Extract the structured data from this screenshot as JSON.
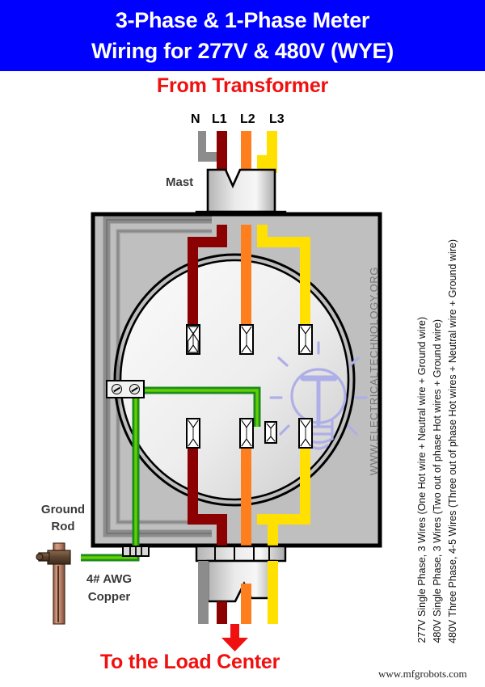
{
  "header": {
    "title_line1": "3-Phase & 1-Phase Meter",
    "title_line2": "Wiring for 277V & 480V  (WYE)",
    "band_color": "#0000FF",
    "text_color": "#FFFFFF"
  },
  "subtitle": {
    "text": "From Transformer",
    "color": "#F01010"
  },
  "phase_labels": {
    "neutral": "N",
    "line1": "L1",
    "line2": "L2",
    "line3": "L3"
  },
  "labels": {
    "mast": "Mast",
    "ground_rod": "Ground\nRod",
    "ground_rod_line1": "Ground",
    "ground_rod_line2": "Rod",
    "awg_line1": "4# AWG",
    "awg_line2": "Copper",
    "load_center": "To the Load Center"
  },
  "watermarks": {
    "site_vertical": "WWW.ELECTRICALTECHNOLOGY.ORG",
    "bottom_right": "www.mfgrobots.com"
  },
  "notes": [
    "277V Single Phase, 3 Wires (One Hot wire + Neutral wire + Ground wire)",
    "480V Single Phase, 3 Wires (Two out of phase Hot wires + Ground wire)",
    "480V Three Phase, 4-5 Wires (Three out of phase Hot wires + Neutral wire + Ground wire)"
  ],
  "wire_colors": {
    "neutral_gray": "#8C8C8C",
    "line1_dark_red": "#8B0000",
    "line2_orange": "#FF7F1E",
    "line3_yellow": "#FFE000",
    "ground_green": "#1F8A1F",
    "ground_green_light": "#5FD000",
    "copper": "#BE8A6E",
    "enclosure_gray": "#BFBFBF",
    "meter_face": "#E8E8E8",
    "bulb_lavender": "#AFAFE8"
  },
  "diagram": {
    "type": "electrical-wiring-diagram",
    "enclosure": "meter socket enclosure",
    "meter_terminals_top": 3,
    "meter_terminals_bottom": 4,
    "neutral_lug_screws": 2,
    "bulb_watermark": "light-bulb"
  }
}
